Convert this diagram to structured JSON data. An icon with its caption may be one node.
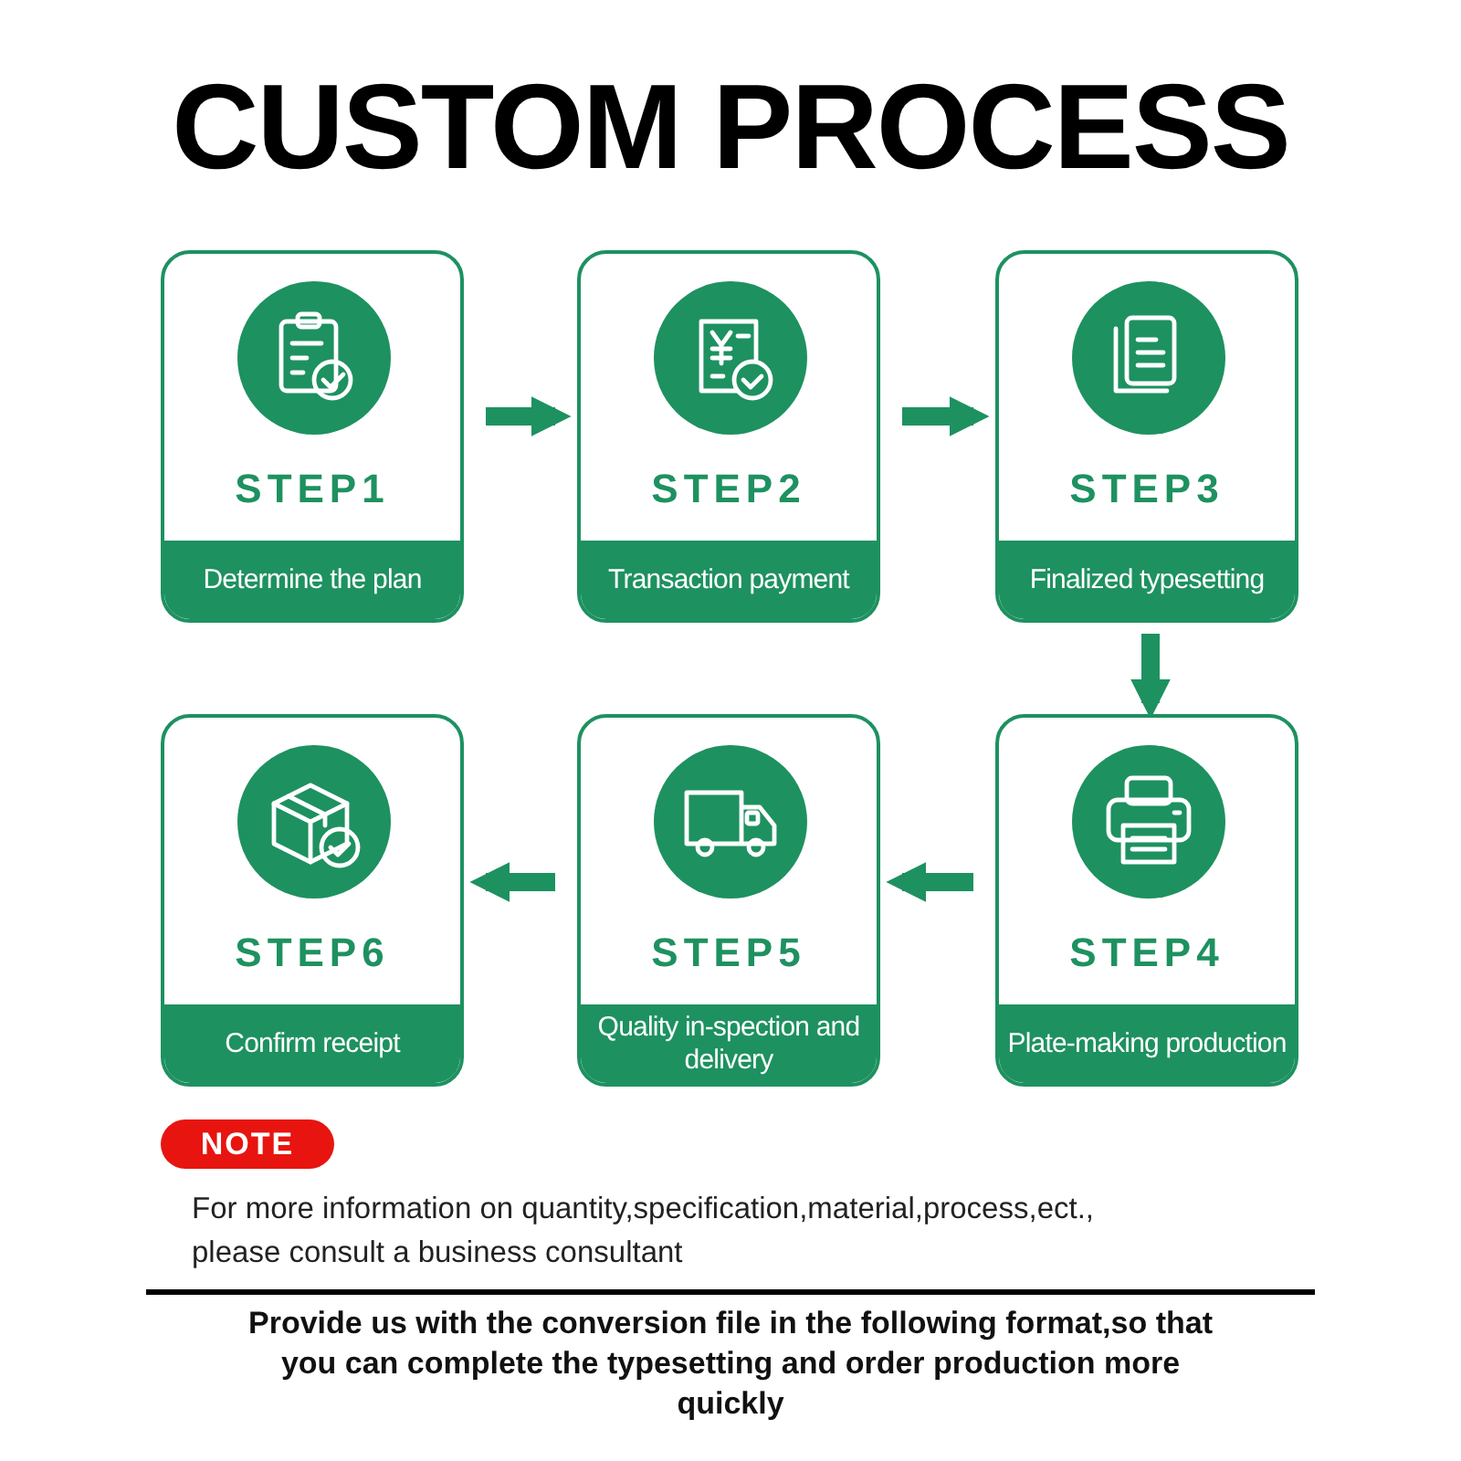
{
  "diagram": {
    "title": "CUSTOM PROCESS",
    "nodes": [
      {
        "text": [
          "STEP1",
          "Determine the plan"
        ]
      },
      {
        "text": [
          "STEP2",
          "Transaction payment"
        ]
      },
      {
        "text": [
          "STEP3",
          "Finalized typesetting"
        ]
      },
      {
        "text": [
          "STEP4",
          "Plate-making production"
        ]
      },
      {
        "text": [
          "STEP5",
          "Quality in-spection and delivery"
        ]
      },
      {
        "text": [
          "STEP6",
          "Confirm receipt"
        ]
      }
    ],
    "edges": [
      {
        "from": 0,
        "to": 1,
        "arrow": "to"
      },
      {
        "from": 1,
        "to": 2,
        "arrow": "to"
      },
      {
        "from": 2,
        "to": 3,
        "arrow": "to"
      },
      {
        "from": 3,
        "to": 4,
        "arrow": "to"
      },
      {
        "from": 4,
        "to": 5,
        "arrow": "to"
      }
    ],
    "labels": [
      "NOTE",
      "For more information on quantity,specification,material,process,ect., please consult a business consultant",
      "Provide us with the conversion file in the following format,so that you can complete the typesetting and order production more quickly"
    ]
  }
}
